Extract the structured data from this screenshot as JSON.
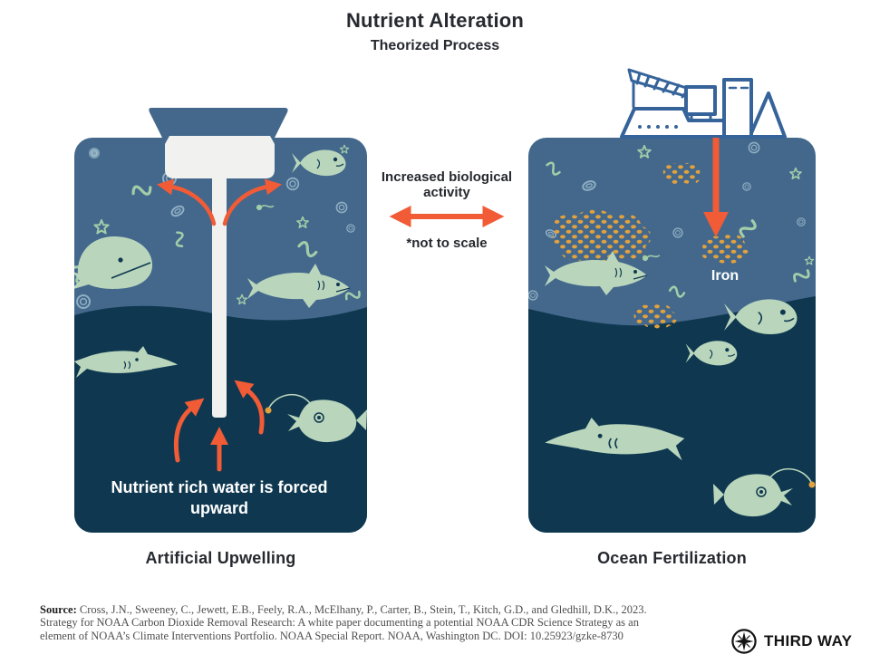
{
  "header": {
    "title": "Nutrient Alteration",
    "subtitle": "Theorized Process"
  },
  "center": {
    "label": "Increased biological activity",
    "note": "*not to scale"
  },
  "panels": {
    "left": {
      "caption": "Artificial Upwelling",
      "annotation": "Nutrient rich water is forced upward"
    },
    "right": {
      "caption": "Ocean Fertilization",
      "iron_label": "Iron"
    }
  },
  "footer": {
    "source_label": "Source:",
    "source_text": " Cross, J.N., Sweeney, C., Jewett, E.B., Feely, R.A., McElhany, P., Carter, B., Stein, T., Kitch, G.D., and Gledhill, D.K., 2023. Strategy for NOAA Carbon Dioxide Removal Research: A white paper documenting a potential NOAA CDR Science Strategy as an element of NOAA’s Climate Interventions Portfolio. NOAA Special Report. NOAA, Washington DC. DOI: 10.25923/gzke-8730",
    "brand": "THIRD WAY"
  },
  "icons": {
    "ship": "ship-with-crane-icon",
    "compass": "compass-rose-icon",
    "double_arrow": "double-headed-arrow-icon",
    "down_arrow": "down-arrow-icon",
    "upwelling": "pipe-funnel-icon"
  },
  "colors": {
    "panel_blue": "#43688C",
    "deep_navy": "#0F3850",
    "creature_green": "#B9D6BC",
    "plankton_green": "#A3CDA9",
    "arrow_orange": "#F15B36",
    "iron_orange": "#E2A13C",
    "ship_outline": "#35639A",
    "pipe_white": "#F1F1EF"
  }
}
